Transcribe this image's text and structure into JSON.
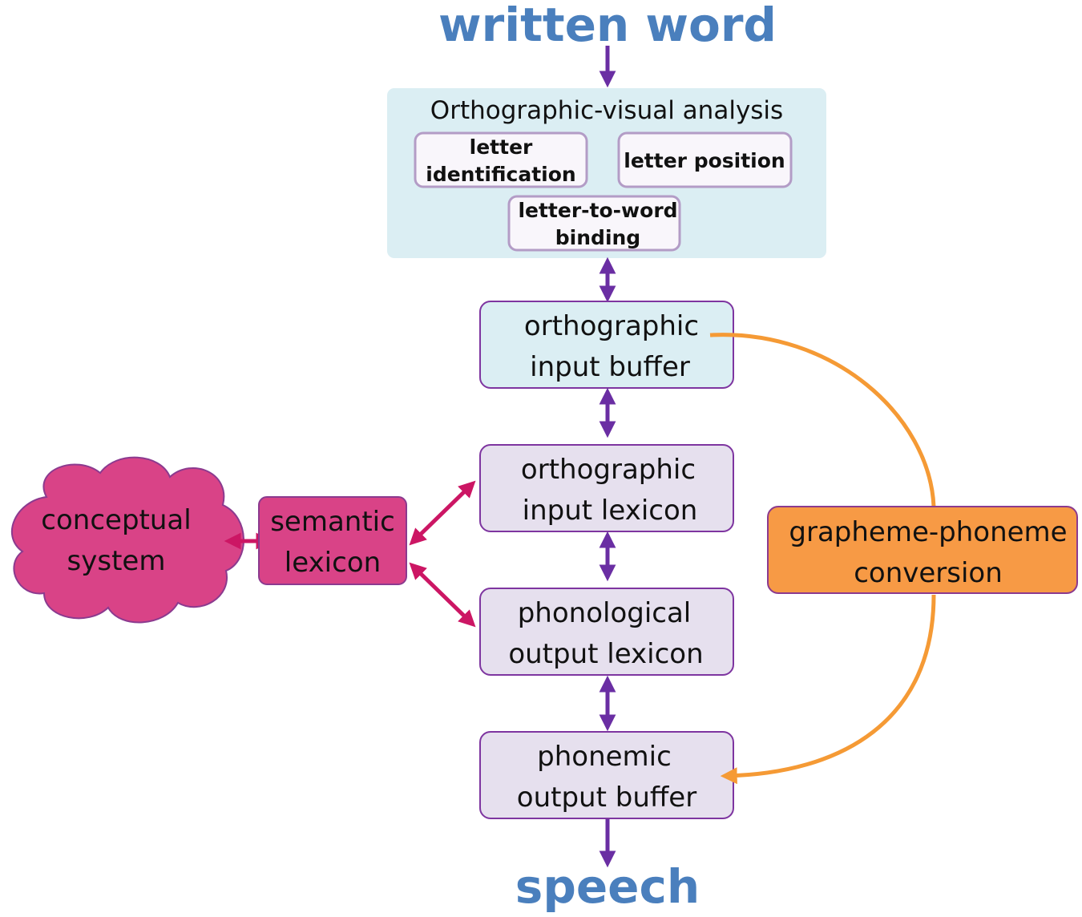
{
  "colors": {
    "title": "#4a7fbd",
    "analysis_bg": "#dbeef3",
    "sub_box_bg": "#f9f6fb",
    "sub_box_border": "#b39cc6",
    "input_buffer_bg": "#dbeef3",
    "lexicon_bg": "#e6e0ee",
    "box_border": "#7e35a0",
    "purple_arrow": "#6a2ea3",
    "magenta": "#d94387",
    "magenta_arrow": "#cc1664",
    "orange": "#f79a45",
    "orange_line": "#f59a35"
  },
  "input": {
    "label": "written word"
  },
  "output": {
    "label": "speech"
  },
  "analysis": {
    "title": "Orthographic-visual analysis",
    "letter_identification": [
      "letter",
      "identification"
    ],
    "letter_position": "letter position",
    "letter_to_word_binding": [
      "letter-to-word",
      "binding"
    ]
  },
  "orthographic_input_buffer": [
    "orthographic",
    "input buffer"
  ],
  "orthographic_input_lexicon": [
    "orthographic",
    "input lexicon"
  ],
  "phonological_output_lexicon": [
    "phonological",
    "output lexicon"
  ],
  "phonemic_output_buffer": [
    "phonemic",
    "output buffer"
  ],
  "semantic_lexicon": [
    "semantic",
    "lexicon"
  ],
  "conceptual_system": [
    "conceptual",
    "system"
  ],
  "grapheme_phoneme_conversion": [
    "grapheme-phoneme",
    "conversion"
  ]
}
